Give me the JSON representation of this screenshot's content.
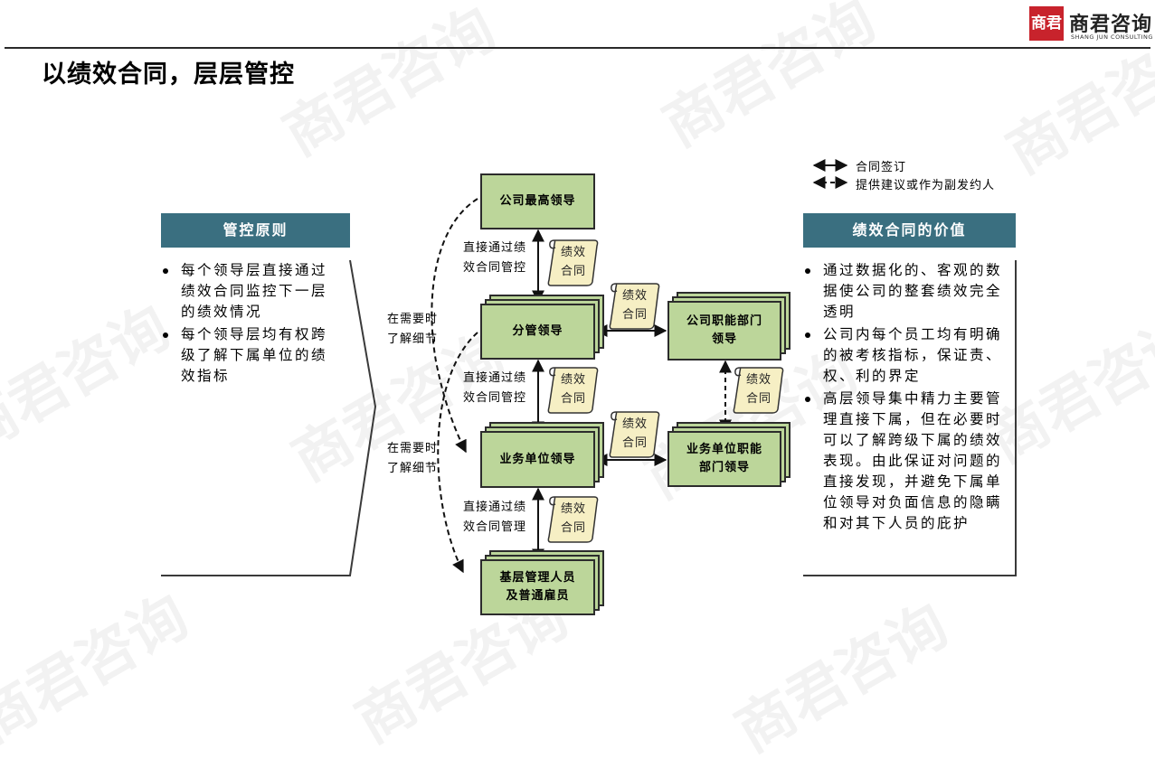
{
  "header": {
    "title": "以绩效合同，层层管控",
    "logo_cn": "商君咨询",
    "logo_en": "SHANG JUN CONSULTING",
    "logo_mark": "商君"
  },
  "watermark": "商君咨询",
  "left_panel": {
    "title": "管控原则",
    "items": [
      "每个领导层直接通过绩效合同监控下一层的绩效情况",
      "每个领导层均有权跨级了解下属单位的绩效指标"
    ]
  },
  "right_panel": {
    "title": "绩效合同的价值",
    "items": [
      "通过数据化的、客观的数据使公司的整套绩效完全透明",
      "公司内每个员工均有明确的被考核指标，保证责、权、利的界定",
      "高层领导集中精力主要管理直接下属，但在必要时可以了解跨级下属的绩效表现。由此保证对问题的直接发现，并避免下属单位领导对负面信息的隐瞒和对其下人员的庇护"
    ]
  },
  "legend": {
    "solid": "合同签订",
    "dashed": "提供建议或作为副发约人"
  },
  "diagram": {
    "boxes": {
      "top": "公司最高领导",
      "branch": "分管领导",
      "functional": "公司职能部门领导",
      "unit": "业务单位领导",
      "unit_functional": "业务单位职能部门领导",
      "base": "基层管理人员及普通雇员"
    },
    "labels": {
      "ctrl1": "直接通过绩效合同管控",
      "ctrl2": "直接通过绩效合同管控",
      "ctrl3": "直接通过绩效合同管理",
      "detail1": "在需要时了解细节",
      "detail2": "在需要时了解细节"
    },
    "scroll_text": "绩效合同"
  }
}
